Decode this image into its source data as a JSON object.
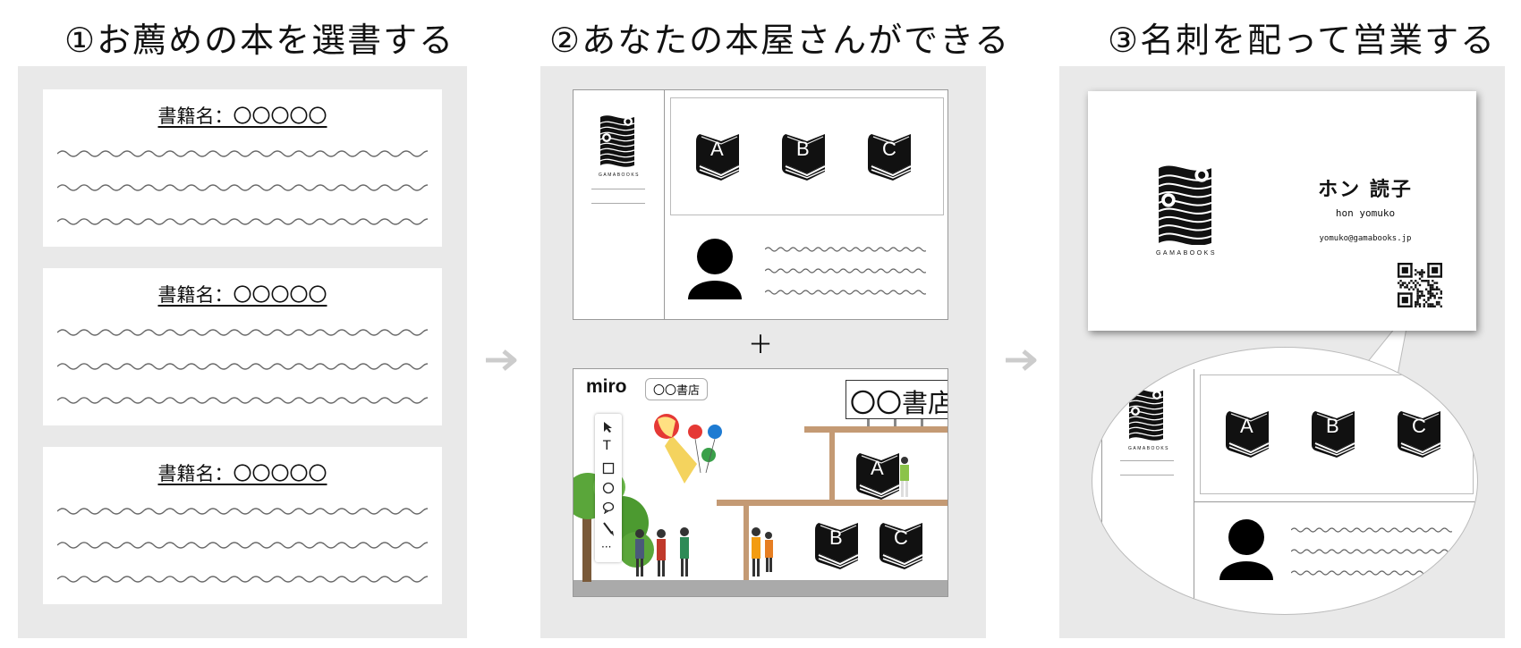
{
  "steps": [
    {
      "title": "①お薦めの本を選書する"
    },
    {
      "title": "②あなたの本屋さんができる"
    },
    {
      "title": "③名刺を配って営業する"
    }
  ],
  "step1": {
    "cards": [
      {
        "book_title": "書籍名：〇〇〇〇〇"
      },
      {
        "book_title": "書籍名：〇〇〇〇〇"
      },
      {
        "book_title": "書籍名：〇〇〇〇〇"
      }
    ]
  },
  "step2": {
    "logo_text": "GAMABOOKS",
    "books": [
      "A",
      "B",
      "C"
    ],
    "plus": "＋",
    "miro": {
      "brand": "miro",
      "board_tag": "〇〇書店",
      "sign": "〇〇書店",
      "toolbar_tools": [
        "cursor-icon",
        "text-icon",
        "rectangle-icon",
        "circle-icon",
        "speech-bubble-icon",
        "pen-icon",
        "more-icon"
      ],
      "toolbar_labels": {
        "text": "T",
        "more": "···"
      },
      "shelf_books": [
        "A",
        "B",
        "C"
      ]
    }
  },
  "step3": {
    "card": {
      "logo_text": "GAMABOOKS",
      "name": "ホン 読子",
      "romaji": "hon yomuko",
      "email": "yomuko@gamabooks.jp"
    },
    "zoom": {
      "logo_text": "GAMABOOKS",
      "books": [
        "A",
        "B",
        "C"
      ]
    }
  },
  "colors": {
    "panel_bg": "#e9e9e9",
    "arrow": "#cccccc",
    "shelf": "#c49a74",
    "tree": "#5aa63a",
    "trunk": "#7a5a3a"
  }
}
